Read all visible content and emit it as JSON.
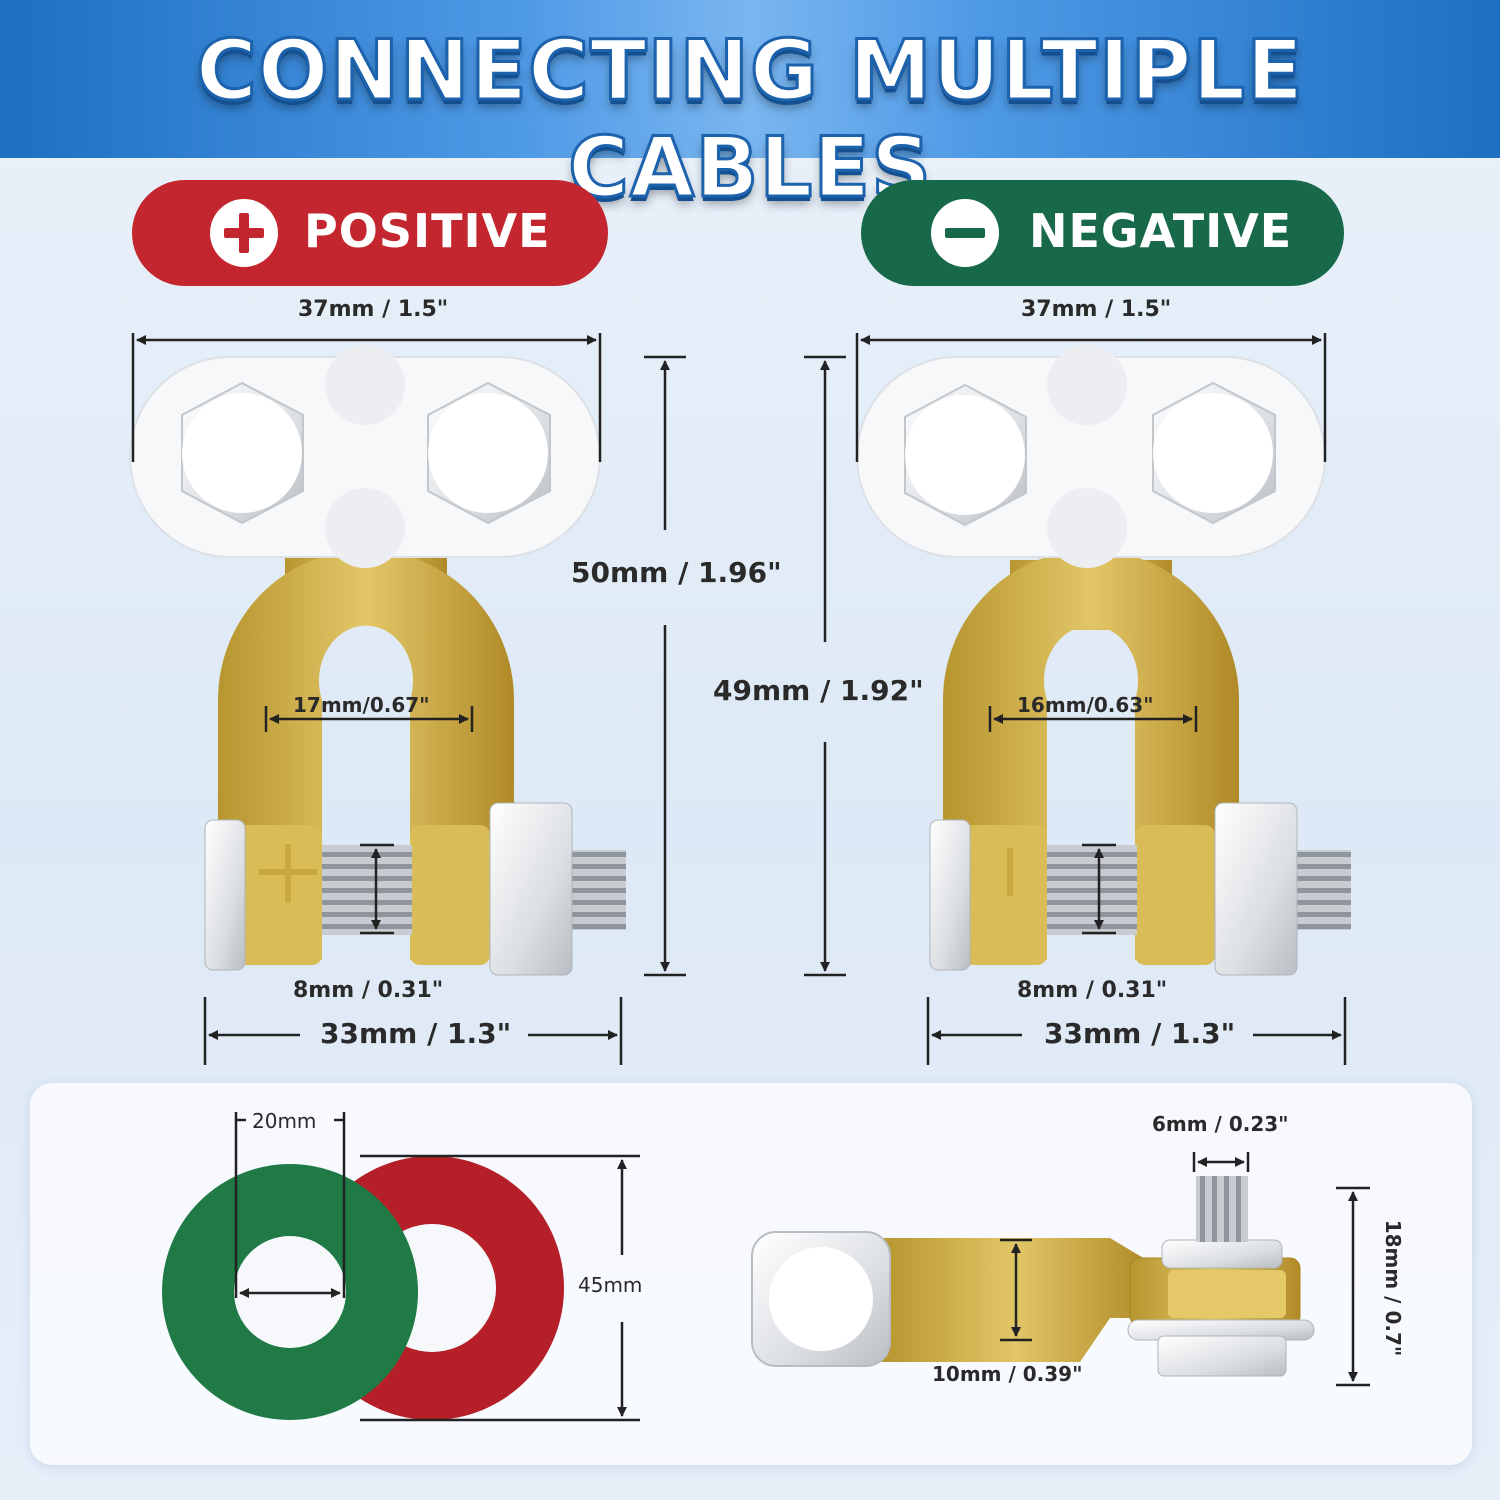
{
  "title": "CONNECTING MULTIPLE CABLES",
  "positive": {
    "label": "POSITIVE",
    "icon": "plus-icon",
    "color": "#c3262e",
    "width": "37mm / 1.5\"",
    "height": "50mm / 1.96\"",
    "inner_diameter": "17mm/0.67\"",
    "bolt": "8mm / 0.31\"",
    "base_width": "33mm / 1.3\""
  },
  "negative": {
    "label": "NEGATIVE",
    "icon": "minus-icon",
    "color": "#17694a",
    "width": "37mm / 1.5\"",
    "height": "49mm / 1.92\"",
    "inner_diameter": "16mm/0.63\"",
    "bolt": "8mm / 0.31\"",
    "base_width": "33mm / 1.3\""
  },
  "washers": {
    "inner": "20mm",
    "outer": "45mm",
    "colors": [
      "#1f7a45",
      "#b51f27"
    ]
  },
  "side_view": {
    "stud": "6mm / 0.23\"",
    "height": "18mm / 0.7\"",
    "clamp": "10mm / 0.39\""
  }
}
